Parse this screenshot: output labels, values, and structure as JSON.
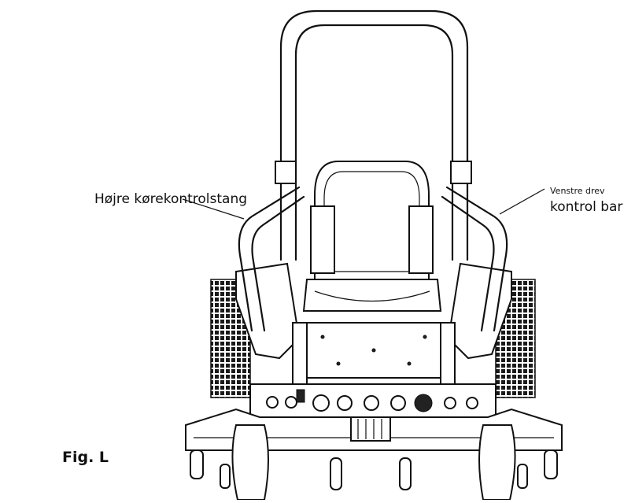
{
  "labels": {
    "right_drive_bar": "Højre kørekontrolstang",
    "left_drive_bar_line1": "Venstre drev",
    "left_drive_bar_line2": "kontrol bar"
  },
  "caption": "Fig. L",
  "colors": {
    "line": "#111111",
    "background": "#ffffff"
  }
}
